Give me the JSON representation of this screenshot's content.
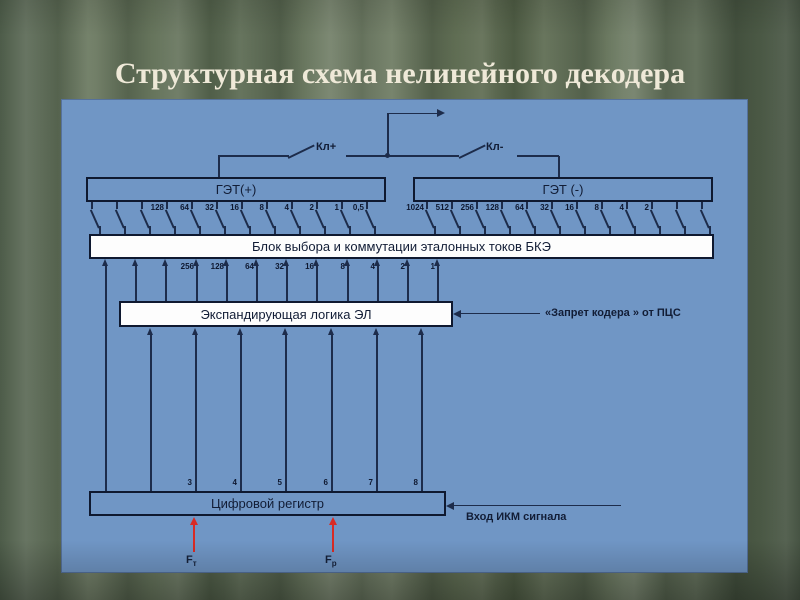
{
  "title": "Структурная схема нелинейного декодера",
  "palette": {
    "panel_blue": "#7096c5",
    "line_navy": "#1d2c4b",
    "arrow_red": "#d92b25",
    "title_ivory": "#efe9d8"
  },
  "diagram": {
    "switches": {
      "plus": "Кл+",
      "minus": "Кл-"
    },
    "sources": {
      "plus": {
        "label": "ГЭТ(+)",
        "weights": [
          "",
          "",
          "",
          "128",
          "64",
          "32",
          "16",
          "8",
          "4",
          "2",
          "1",
          "0,5"
        ]
      },
      "minus": {
        "label": "ГЭТ (-)",
        "weights": [
          "1024",
          "512",
          "256",
          "128",
          "64",
          "32",
          "16",
          "8",
          "4",
          "2",
          "",
          ""
        ]
      }
    },
    "bke": {
      "label": "Блок выбора и коммутации эталонных токов БКЭ",
      "line_weights": [
        "",
        "",
        "",
        "256",
        "128",
        "64",
        "32",
        "16",
        "8",
        "4",
        "2",
        "1"
      ]
    },
    "expander": {
      "label": "Экспандирующая логика ЭЛ",
      "inhibit": "«Запрет кодера » от ПЦС"
    },
    "register": {
      "label": "Цифровой регистр",
      "bits": [
        "",
        "",
        "3",
        "4",
        "5",
        "6",
        "7",
        "8"
      ],
      "input": "Вход ИКМ сигнала"
    },
    "clocks": [
      {
        "base": "F",
        "sub": "т"
      },
      {
        "base": "F",
        "sub": "р"
      }
    ]
  }
}
